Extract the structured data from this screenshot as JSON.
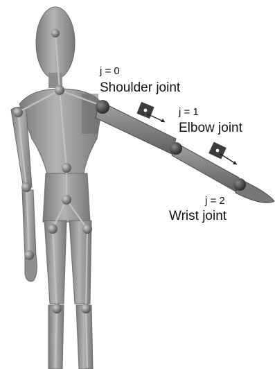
{
  "joints": [
    {
      "index": "j = 0",
      "name": "Shoulder joint"
    },
    {
      "index": "j = 1",
      "name": "Elbow joint"
    },
    {
      "index": "j = 2",
      "name": "Wrist joint"
    }
  ],
  "colors": {
    "body_fill": "#9a9a9a",
    "body_shadow": "#6e6e6e",
    "highlight": "#c4c4c4",
    "joint_ball": "#555555",
    "skeleton_line": "#b5b5b5",
    "sensor_box": "#3c3c3c",
    "text": "#111111"
  }
}
